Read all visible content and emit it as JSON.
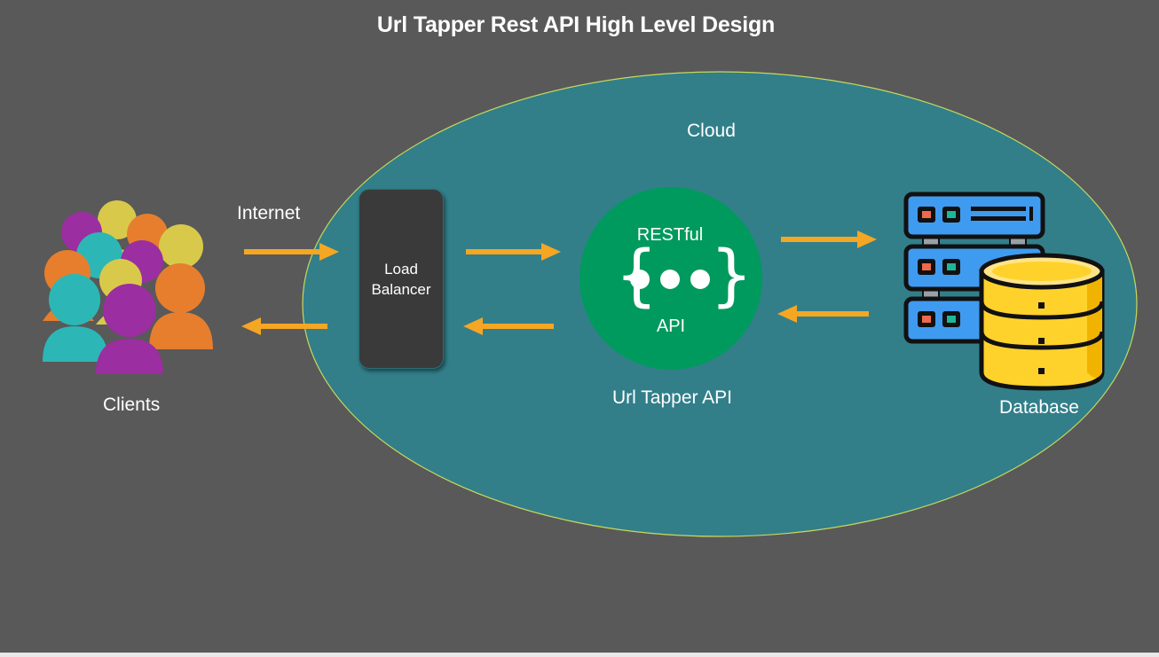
{
  "title": "Url Tapper Rest API High Level Design",
  "cloud": {
    "label": "Cloud"
  },
  "internet": {
    "label": "Internet"
  },
  "clients": {
    "label": "Clients",
    "icon": "people-group-icon"
  },
  "load_balancer": {
    "line1": "Load",
    "line2": "Balancer"
  },
  "api": {
    "label": "Url Tapper API",
    "badge_top": "RESTful",
    "badge_bottom": "API",
    "icon": "restful-api-icon"
  },
  "database": {
    "label": "Database",
    "icon": "database-server-icon"
  },
  "colors": {
    "background": "#595959",
    "cloud_fill": "#327f8a",
    "cloud_stroke": "#c8d85a",
    "arrow": "#f5a623",
    "api_circle": "#009a5e",
    "server_blue": "#3f9bf0",
    "db_yellow": "#ffd22b"
  }
}
